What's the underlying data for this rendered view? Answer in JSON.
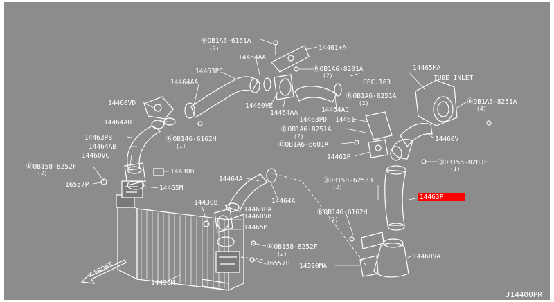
{
  "diagram_code": "J14400PR",
  "front_label": "FRONT",
  "tube_inlet_label": "TUBE INLET",
  "highlight_color": "#ff0000",
  "labels": [
    {
      "id": "l1",
      "text": "14461+A"
    },
    {
      "id": "l2",
      "text": "ⒷOB1A6-6161A"
    },
    {
      "id": "l3",
      "text": "(2)"
    },
    {
      "id": "l4",
      "text": "14464AA"
    },
    {
      "id": "l5",
      "text": "14463PC"
    },
    {
      "id": "l6",
      "text": "ⒷOB1A6-8201A"
    },
    {
      "id": "l7",
      "text": "(2)"
    },
    {
      "id": "l8",
      "text": "SEC.163"
    },
    {
      "id": "l9",
      "text": "14465MA"
    },
    {
      "id": "l10",
      "text": "14464AA"
    },
    {
      "id": "l11",
      "text": "14460VD"
    },
    {
      "id": "l12",
      "text": "14460VE"
    },
    {
      "id": "l13",
      "text": "14464AA"
    },
    {
      "id": "l14",
      "text": "14464AC"
    },
    {
      "id": "l15",
      "text": "ⒷOB1A6-8251A"
    },
    {
      "id": "l16",
      "text": "(2)"
    },
    {
      "id": "l17",
      "text": "ⒷOB1A6-8251A"
    },
    {
      "id": "l18",
      "text": "(4)"
    },
    {
      "id": "l19",
      "text": "14464AB"
    },
    {
      "id": "l20",
      "text": "14463PD"
    },
    {
      "id": "l21",
      "text": "14461"
    },
    {
      "id": "l22",
      "text": "ⒷOB1A6-8251A"
    },
    {
      "id": "l23",
      "text": "(2)"
    },
    {
      "id": "l24",
      "text": "14463PB"
    },
    {
      "id": "l25",
      "text": "ⒷOB146-6162H"
    },
    {
      "id": "l26",
      "text": "(1)"
    },
    {
      "id": "l27",
      "text": "14460V"
    },
    {
      "id": "l28",
      "text": "14464AB"
    },
    {
      "id": "l29",
      "text": "ⒷOB1A6-B601A"
    },
    {
      "id": "l30",
      "text": "14460VC"
    },
    {
      "id": "l31",
      "text": "14461P"
    },
    {
      "id": "l32",
      "text": "ⒷOB156-820JF"
    },
    {
      "id": "l33",
      "text": "(1)"
    },
    {
      "id": "l34",
      "text": "ⒷOB158-8252F"
    },
    {
      "id": "l35",
      "text": "(2)"
    },
    {
      "id": "l36",
      "text": "14430B"
    },
    {
      "id": "l37",
      "text": "14464A"
    },
    {
      "id": "l38",
      "text": "ⒷOB158-62533"
    },
    {
      "id": "l39",
      "text": "(2)"
    },
    {
      "id": "l40",
      "text": "16557P"
    },
    {
      "id": "l41",
      "text": "14465M"
    },
    {
      "id": "l42",
      "text": "14464A"
    },
    {
      "id": "l43",
      "text": "14430B"
    },
    {
      "id": "l44",
      "text": "14463PA"
    },
    {
      "id": "l45",
      "text": "14460VB"
    },
    {
      "id": "l46",
      "text": "ⒷOB146-6162H"
    },
    {
      "id": "l47",
      "text": "(2)"
    },
    {
      "id": "l48",
      "text": "14465M"
    },
    {
      "id": "l49",
      "text": "ⒷOB158-8252F"
    },
    {
      "id": "l50",
      "text": "(2)"
    },
    {
      "id": "l51",
      "text": "14460VA"
    },
    {
      "id": "l52",
      "text": "16557P"
    },
    {
      "id": "l53",
      "text": "14390MA"
    },
    {
      "id": "l54",
      "text": "14496M"
    }
  ],
  "highlighted_part": {
    "text": "14463P"
  }
}
